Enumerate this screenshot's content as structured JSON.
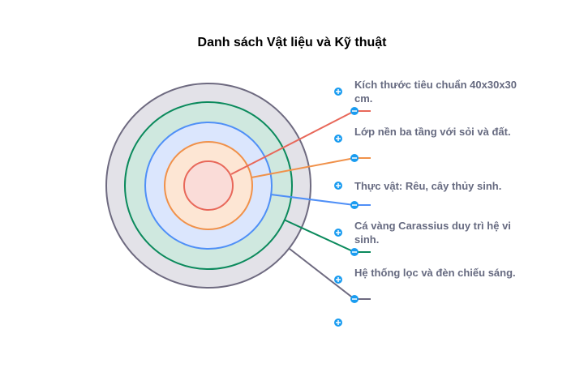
{
  "title": "Danh sách Vật liệu và Kỹ thuật",
  "layers": [
    {
      "label": "Kích thước tiêu chuẩn 40x30x30 cm.",
      "color": "#e8685a",
      "fill": "#fadcd8"
    },
    {
      "label": "Lớp nền ba tầng với sỏi và đất.",
      "color": "#f0914a",
      "fill": "#fde6d4"
    },
    {
      "label": "Thực vật: Rêu, cây thủy sinh.",
      "color": "#4f8ff7",
      "fill": "#dbe6fd"
    },
    {
      "label": "Cá vàng Carassius duy trì hệ vi sinh.",
      "color": "#0b8a5c",
      "fill": "#cfe8df"
    },
    {
      "label": "Hệ thống lọc và đèn chiếu sáng.",
      "color": "#6e6a80",
      "fill": "#e3e2e8"
    }
  ],
  "icon_color": "#1a9cf0"
}
